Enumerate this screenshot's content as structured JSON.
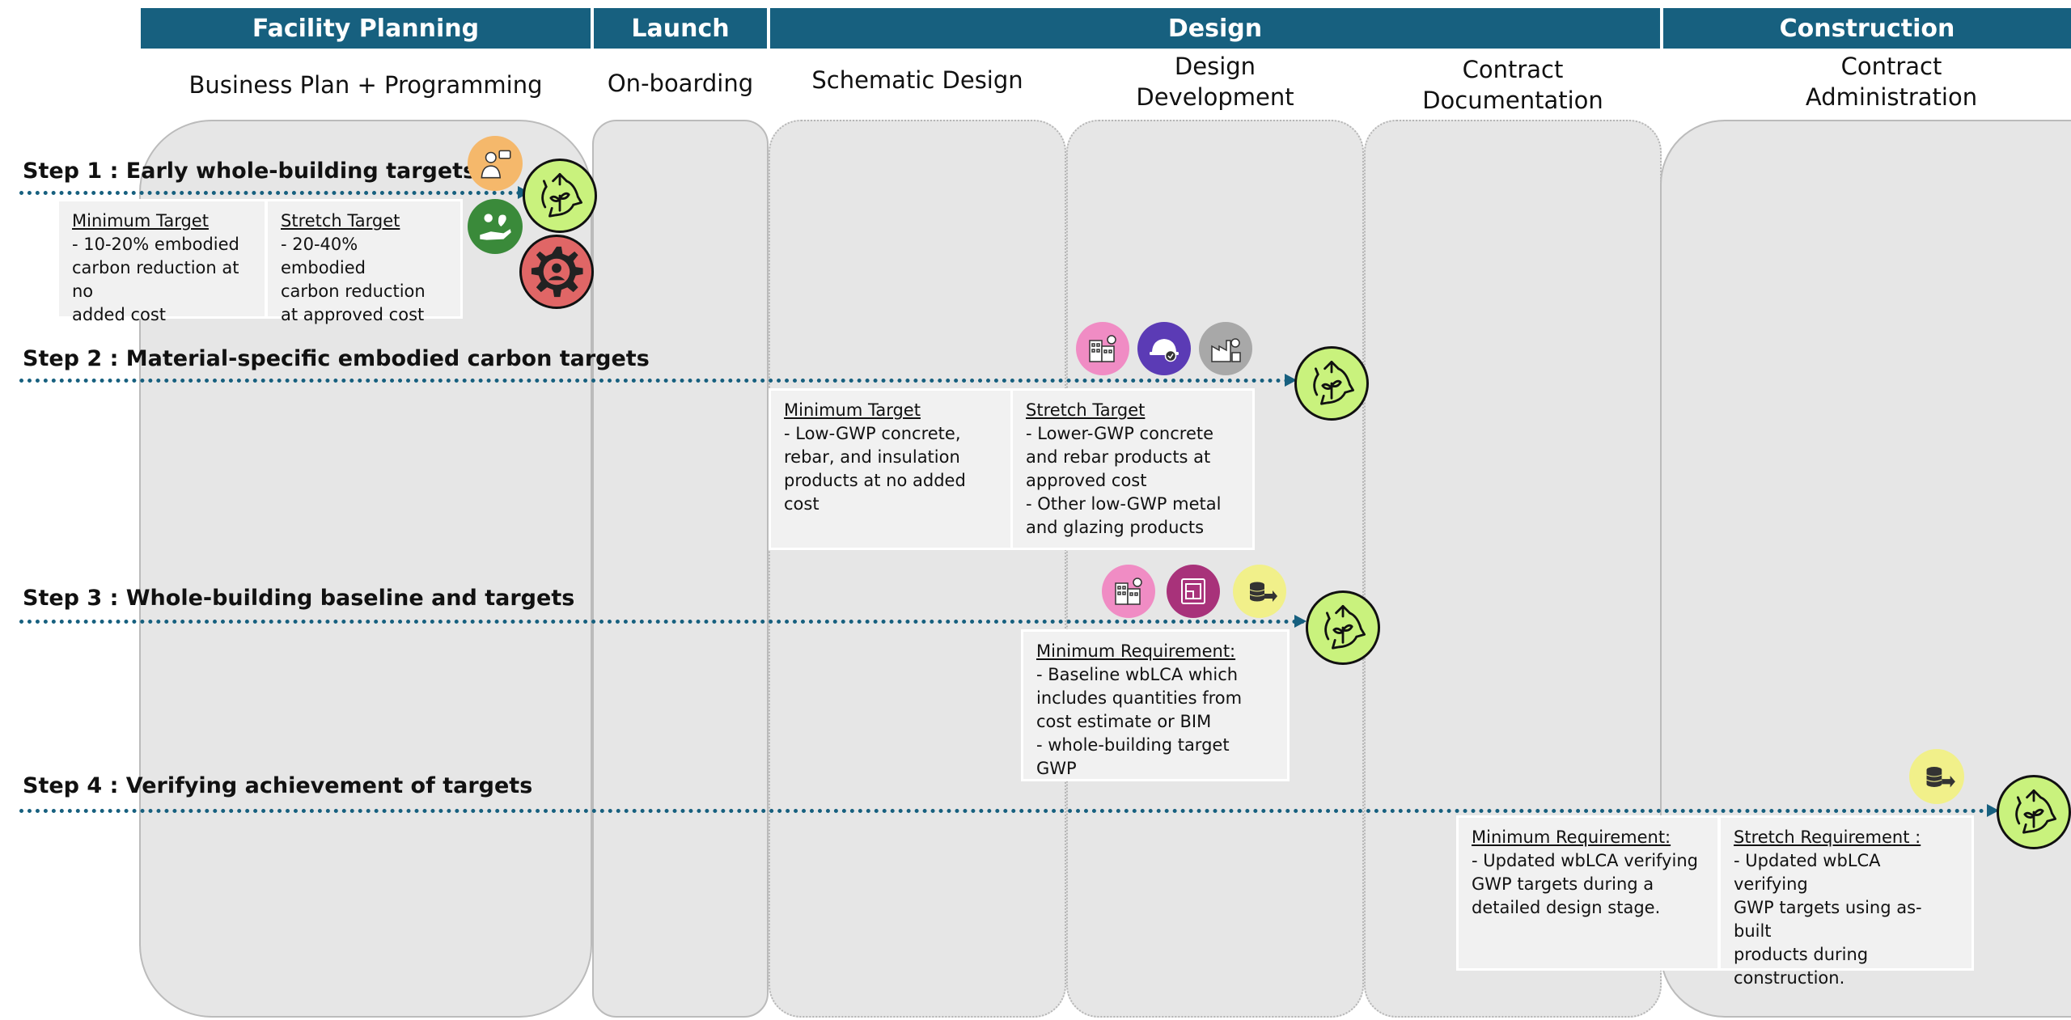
{
  "phases": [
    {
      "name": "Facility Planning"
    },
    {
      "name": "Launch"
    },
    {
      "name": "Design"
    },
    {
      "name": "Construction"
    }
  ],
  "subphases": [
    {
      "name": "Business Plan + Programming"
    },
    {
      "name": "On-boarding"
    },
    {
      "name": "Schematic Design"
    },
    {
      "name": "Design\nDevelopment"
    },
    {
      "name": "Contract\nDocumentation"
    },
    {
      "name": "Contract\nAdministration"
    }
  ],
  "steps": [
    {
      "title": "Step 1 : Early whole-building targets",
      "boxes": [
        {
          "heading": "Minimum Target",
          "body": "- 10-20% embodied\ncarbon reduction at no\nadded cost"
        },
        {
          "heading": "Stretch Target",
          "body": "- 20-40% embodied\ncarbon reduction\nat approved cost"
        }
      ],
      "icons": [
        "stakeholder-icon",
        "building-care-icon",
        "settings-person-icon",
        "recycle-plant-icon"
      ]
    },
    {
      "title": "Step 2 : Material-specific embodied carbon targets",
      "boxes": [
        {
          "heading": "Minimum Target",
          "body": "- Low-GWP concrete,\nrebar, and insulation\nproducts at no added\ncost"
        },
        {
          "heading": "Stretch Target",
          "body": "- Lower-GWP concrete\nand rebar products at\napproved cost\n- Other low-GWP metal\nand glazing products"
        }
      ],
      "icons": [
        "building-gear-icon",
        "hardhat-shield-icon",
        "factory-icon",
        "recycle-plant-icon"
      ]
    },
    {
      "title": "Step 3 : Whole-building baseline and targets",
      "boxes": [
        {
          "heading": "Minimum Requirement:",
          "body": "- Baseline wbLCA which\nincludes quantities from\ncost estimate or BIM\n- whole-building target GWP"
        }
      ],
      "icons": [
        "building-gear-icon",
        "blueprint-icon",
        "cost-database-icon",
        "recycle-plant-icon"
      ]
    },
    {
      "title": "Step 4 : Verifying achievement of targets",
      "boxes": [
        {
          "heading": "Minimum Requirement:",
          "body": "- Updated wbLCA verifying\nGWP targets during a\ndetailed design stage."
        },
        {
          "heading": "Stretch  Requirement :",
          "body": "- Updated wbLCA verifying\nGWP targets using as-built\nproducts during\nconstruction."
        }
      ],
      "icons": [
        "cost-database-icon",
        "recycle-plant-icon"
      ]
    }
  ],
  "colors": {
    "header": "#17607f",
    "column": "#e6e6e6",
    "arrow": "#17607f",
    "recycle": "#c9f27d",
    "orange": "#f5b86b",
    "green": "#3a8a3a",
    "red": "#e06666",
    "pink": "#f08cc4",
    "purple": "#5b3bb5",
    "grey": "#a8a8a8",
    "magenta": "#a8327a",
    "yellow": "#f1f08a"
  }
}
